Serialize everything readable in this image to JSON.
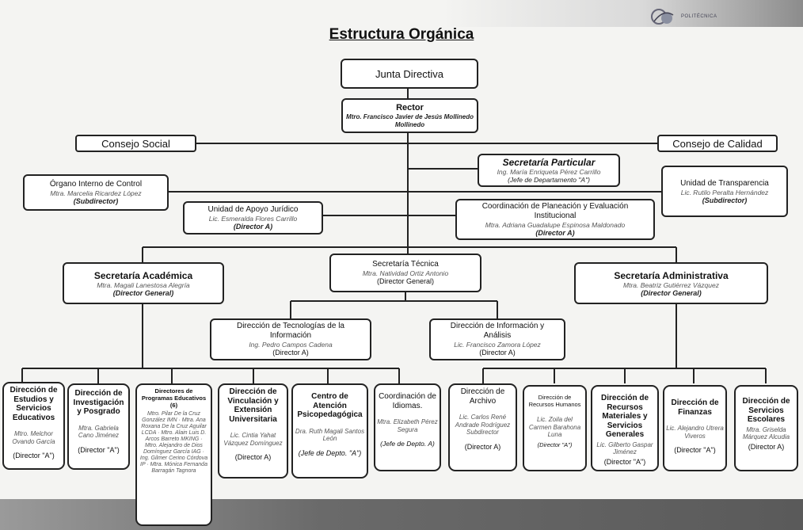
{
  "header": {
    "title": "Estructura Orgánica",
    "logo_text": "POLITÉCNICA"
  },
  "org": {
    "junta": "Junta Directiva",
    "rector": {
      "title": "Rector",
      "name": "Mtro. Francisco Javier de Jesús Mollinedo Mollinedo"
    },
    "consejo_social": "Consejo Social",
    "consejo_calidad": "Consejo de Calidad",
    "sec_particular": {
      "title": "Secretaría Particular",
      "name": "Ing. María Enriqueta Pérez Carrillo",
      "rank": "(Jefe de Departamento \"A\")"
    },
    "organo_control": {
      "title": "Órgano Interno de Control",
      "name": "Mtra. Marcelia Ricardez López",
      "rank": "(Subdirector)"
    },
    "transparencia": {
      "title": "Unidad de Transparencia",
      "name": "Lic. Rutilo Peralta Hernández",
      "rank": "(Subdirector)"
    },
    "apoyo_juridico": {
      "title": "Unidad de Apoyo Jurídico",
      "name": "Lic. Esmeralda Flores Carrillo",
      "rank": "(Director A)"
    },
    "planeacion": {
      "title": "Coordinación de Planeación y Evaluación Institucional",
      "name": "Mtra. Adriana Guadalupe Espinosa Maldonado",
      "rank": "(Director A)"
    },
    "sec_academica": {
      "title": "Secretaría Académica",
      "name": "Mtra. Magali Lanestosa Alegría",
      "rank": "(Director General)"
    },
    "sec_tecnica": {
      "title": "Secretaría Técnica",
      "name": "Mtra. Natividad Ortiz Antonio",
      "rank": "(Director General)"
    },
    "sec_admin": {
      "title": "Secretaría Administrativa",
      "name": "Mtra. Beatriz Gutiérrez Vázquez",
      "rank": "(Director General)"
    },
    "dir_tic": {
      "title": "Dirección de Tecnologías de la Información",
      "name": "Ing. Pedro Campos Cadena",
      "rank": "(Director A)"
    },
    "dir_info": {
      "title": "Dirección de Información y Análisis",
      "name": "Lic. Francisco Zamora López",
      "rank": "(Director A)"
    },
    "bottom": [
      {
        "title": "Dirección de Estudios y Servicios Educativos",
        "name": "Mtro. Melchor Ovando García",
        "rank": "(Director \"A\")"
      },
      {
        "title": "Dirección de Investigación y Posgrado",
        "name": "Mtra. Gabriela Cano Jiménez",
        "rank": "(Director \"A\")"
      },
      {
        "title": "Directores de Programas Educativos (6)",
        "name": "Mtro. Pilar De la Cruz González IMN · Mtra. Ana Roxana De la Cruz Aguilar LCDA · Mtro. Alain Luis D. Arcos Barreto MKING · Mtro. Alejandro de Dios Domínguez García IAG · Ing. Gilmer Cerino Córdova IP · Mtra. Mónica Fernanda Barragán Tagnora",
        "rank": ""
      },
      {
        "title": "Dirección de Vinculación y Extensión Universitaria",
        "name": "Lic. Cintia Yahat Vázquez Domínguez",
        "rank": "(Director A)"
      },
      {
        "title": "Centro de Atención Psicopedagógica",
        "name": "Dra. Ruth Magali Santos León",
        "rank": "(Jefe de Depto. \"A\")"
      },
      {
        "title": "Coordinación de Idiomas.",
        "name": "Mtra. Elizabeth Pérez Segura",
        "rank": "(Jefe de Depto. A)"
      },
      {
        "title": "Dirección de Archivo",
        "name": "Lic. Carlos René Andrade Rodríguez Subdirector",
        "rank": "(Director A)"
      },
      {
        "title": "Dirección de Recursos Humanos",
        "name": "Lic. Zoila del Carmen Barahona Luna",
        "rank": "(Director \"A\")"
      },
      {
        "title": "Dirección de Recursos Materiales y Servicios Generales",
        "name": "Lic. Gilberto Gaspar Jiménez",
        "rank": "(Director \"A\")"
      },
      {
        "title": "Dirección de Finanzas",
        "name": "Lic. Alejandro Utrera Viveros",
        "rank": "(Director \"A\")"
      },
      {
        "title": "Dirección de Servicios Escolares",
        "name": "Mtra. Griselda Márquez Alcudia",
        "rank": "(Director A)"
      }
    ]
  },
  "colors": {
    "border": "#222222",
    "background": "#f4f4f2",
    "band": "#6a6a6a"
  }
}
